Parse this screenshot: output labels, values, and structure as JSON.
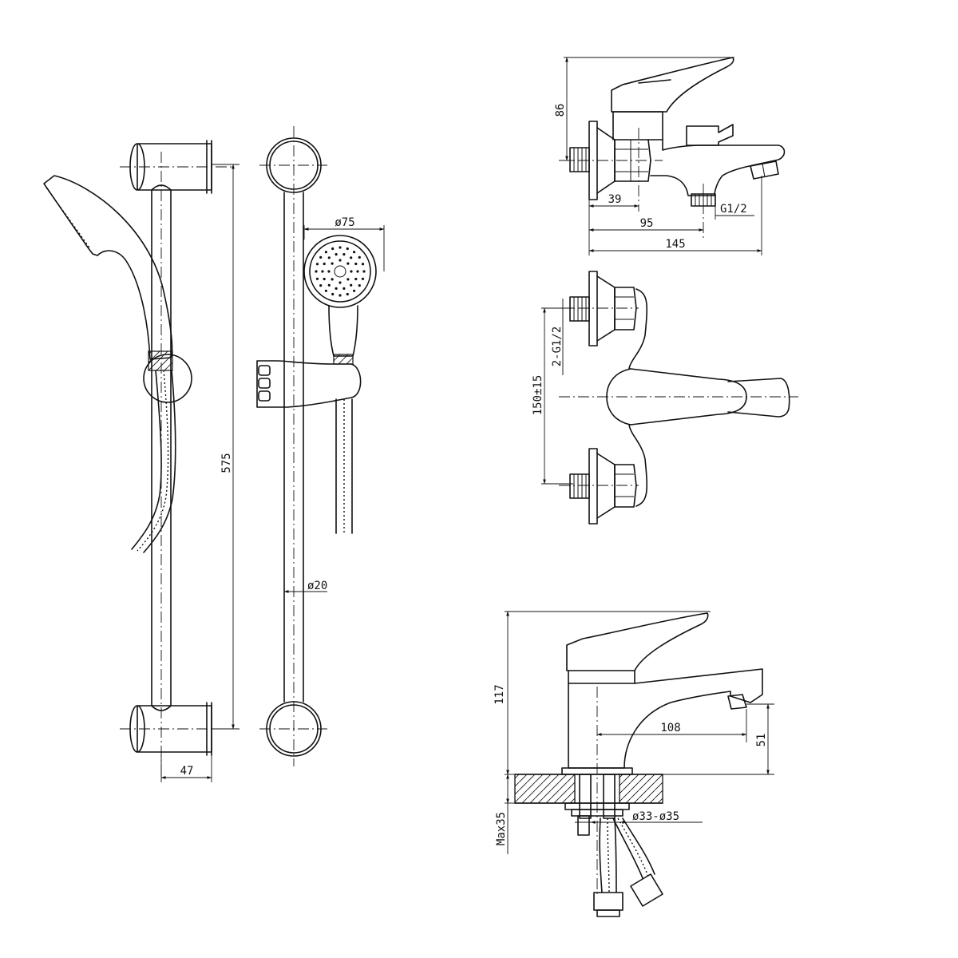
{
  "dimensions": {
    "rail_height": "575",
    "rail_depth": "47",
    "shower_head_diameter": "ø75",
    "rail_diameter": "ø20",
    "bath_mixer_height": "86",
    "bath_inlet_offset": "39",
    "bath_outlet_offset": "95",
    "bath_depth": "145",
    "bath_outlet_thread": "G1/2",
    "bath_inlet_thread": "2-G1/2",
    "bath_inlet_spacing": "150±15",
    "basin_height": "117",
    "basin_spout_reach": "108",
    "basin_spout_height": "51",
    "basin_counter_max": "Max35",
    "basin_hole_diameter": "ø33-ø35"
  },
  "colors": {
    "line": "#111111",
    "background": "#ffffff"
  }
}
